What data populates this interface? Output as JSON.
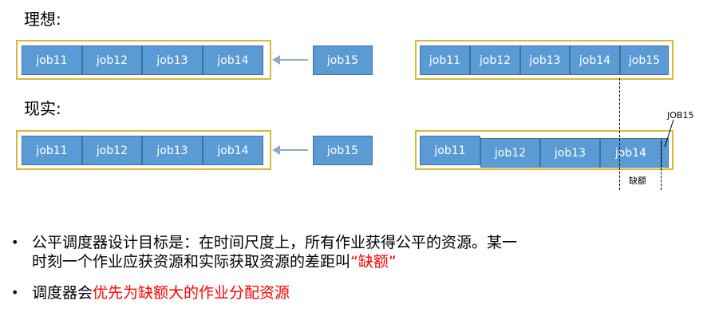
{
  "headings": {
    "ideal": "理想:",
    "reality": "现实:"
  },
  "ideal": {
    "left_jobs": [
      "job11",
      "job12",
      "job13",
      "job14"
    ],
    "incoming": "job15",
    "right_jobs": [
      "job11",
      "job12",
      "job13",
      "job14",
      "job15"
    ]
  },
  "reality": {
    "left_jobs": [
      "job11",
      "job12",
      "job13",
      "job14"
    ],
    "incoming": "job15",
    "right_jobs": [
      "job11",
      "job12",
      "job13",
      "job14"
    ],
    "job15_label": "JOB15",
    "deficit_label": "缺额"
  },
  "bullets": {
    "b1_line1": "公平调度器设计目标是：在时间尺度上，所有作业获得公平的资源。某一",
    "b1_line2_plain": "时刻一个作业应获资源和实际获取资源的差距叫",
    "b1_line2_red": "“缺额”",
    "b2_plain": "调度器会",
    "b2_red": "优先为缺额大的作业分配资源",
    "marker": "•"
  },
  "colors": {
    "job_fill": "#5b9bd5",
    "frame": "#d8b93a",
    "arrow": "#8ea9c8",
    "highlight": "#ff0000"
  }
}
